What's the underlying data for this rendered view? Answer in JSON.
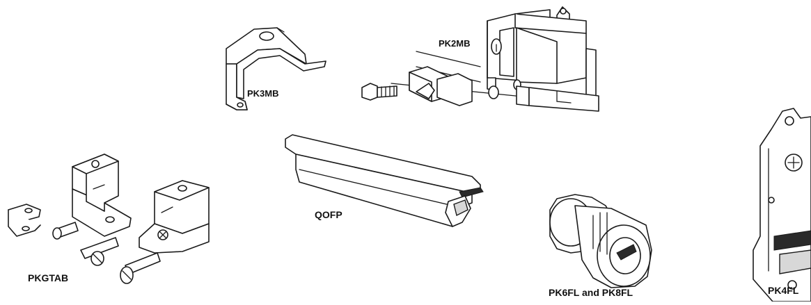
{
  "labels": {
    "pk3mb": "PK3MB",
    "pk2mb": "PK2MB",
    "qofp": "QOFP",
    "pkgtab": "PKGTAB",
    "pk6fl_pk8fl": "PK6FL and PK8FL",
    "pk4fl": "PK4FL"
  }
}
